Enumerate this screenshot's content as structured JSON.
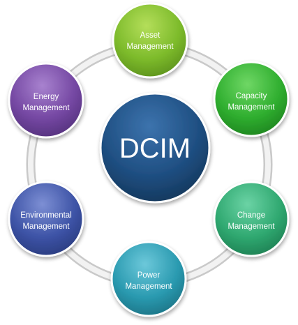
{
  "diagram": {
    "center": {
      "label": "DCIM",
      "color": "#1f4f82"
    },
    "nodes": [
      {
        "id": "asset",
        "lines": [
          "Asset",
          "Management"
        ],
        "color": "#7dbb2b"
      },
      {
        "id": "capacity",
        "lines": [
          "Capacity",
          "Management"
        ],
        "color": "#2fae2f"
      },
      {
        "id": "change",
        "lines": [
          "Change",
          "Management"
        ],
        "color": "#2fa870"
      },
      {
        "id": "power",
        "lines": [
          "Power",
          "Management"
        ],
        "color": "#2a9ab0"
      },
      {
        "id": "environmental",
        "lines": [
          "Environmental",
          "Management"
        ],
        "color": "#3d53a6"
      },
      {
        "id": "energy",
        "lines": [
          "Energy",
          "Management"
        ],
        "color": "#7447a2"
      }
    ]
  }
}
